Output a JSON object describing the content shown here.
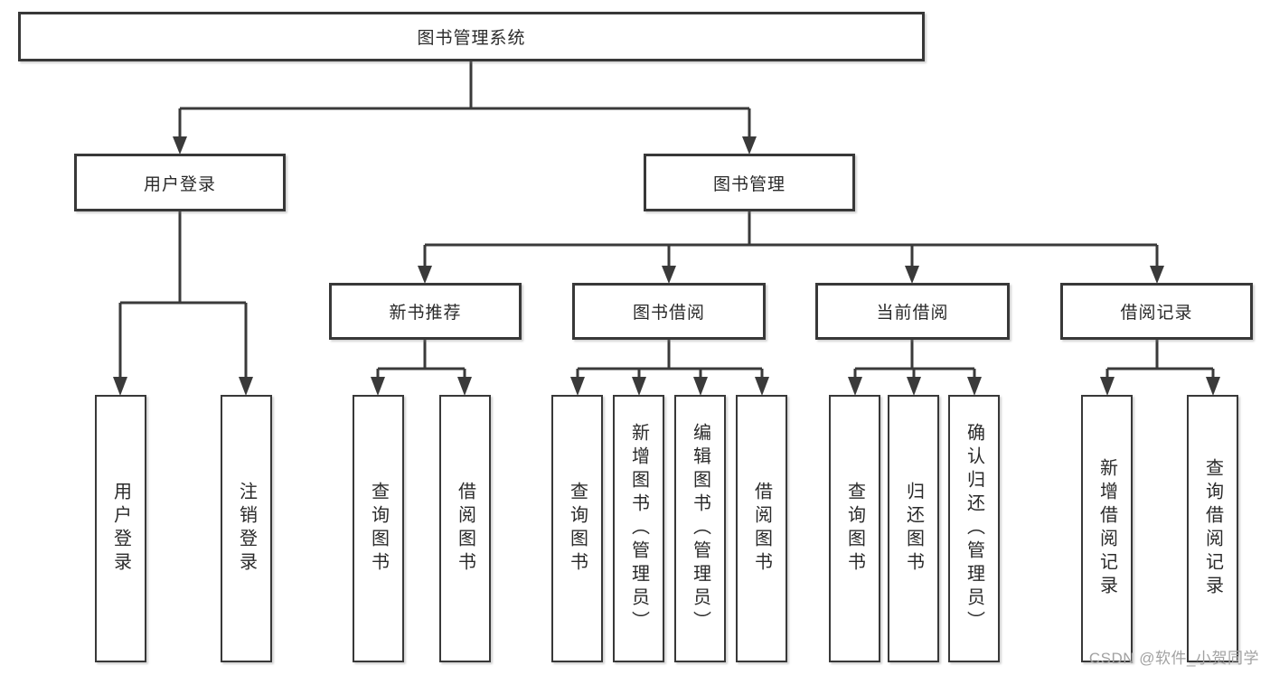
{
  "diagram_title": "图书管理系统",
  "watermark": "CSDN @软件_小贺同学",
  "colors": {
    "line": "#3a3a3a",
    "text": "#2a2a2a",
    "box_background": "#ffffff",
    "watermark": "#a2a2a2"
  },
  "tree": {
    "label": "图书管理系统",
    "children": [
      {
        "label": "用户登录",
        "children": [
          {
            "label": "用户登录"
          },
          {
            "label": "注销登录"
          }
        ]
      },
      {
        "label": "图书管理",
        "children": [
          {
            "label": "新书推荐",
            "children": [
              {
                "label": "查询图书"
              },
              {
                "label": "借阅图书"
              }
            ]
          },
          {
            "label": "图书借阅",
            "children": [
              {
                "label": "查询图书"
              },
              {
                "label": "新增图书（管理员）"
              },
              {
                "label": "编辑图书（管理员）"
              },
              {
                "label": "借阅图书"
              }
            ]
          },
          {
            "label": "当前借阅",
            "children": [
              {
                "label": "查询图书"
              },
              {
                "label": "归还图书"
              },
              {
                "label": "确认归还（管理员）"
              }
            ]
          },
          {
            "label": "借阅记录",
            "children": [
              {
                "label": "新增借阅记录"
              },
              {
                "label": "查询借阅记录"
              }
            ]
          }
        ]
      }
    ]
  }
}
